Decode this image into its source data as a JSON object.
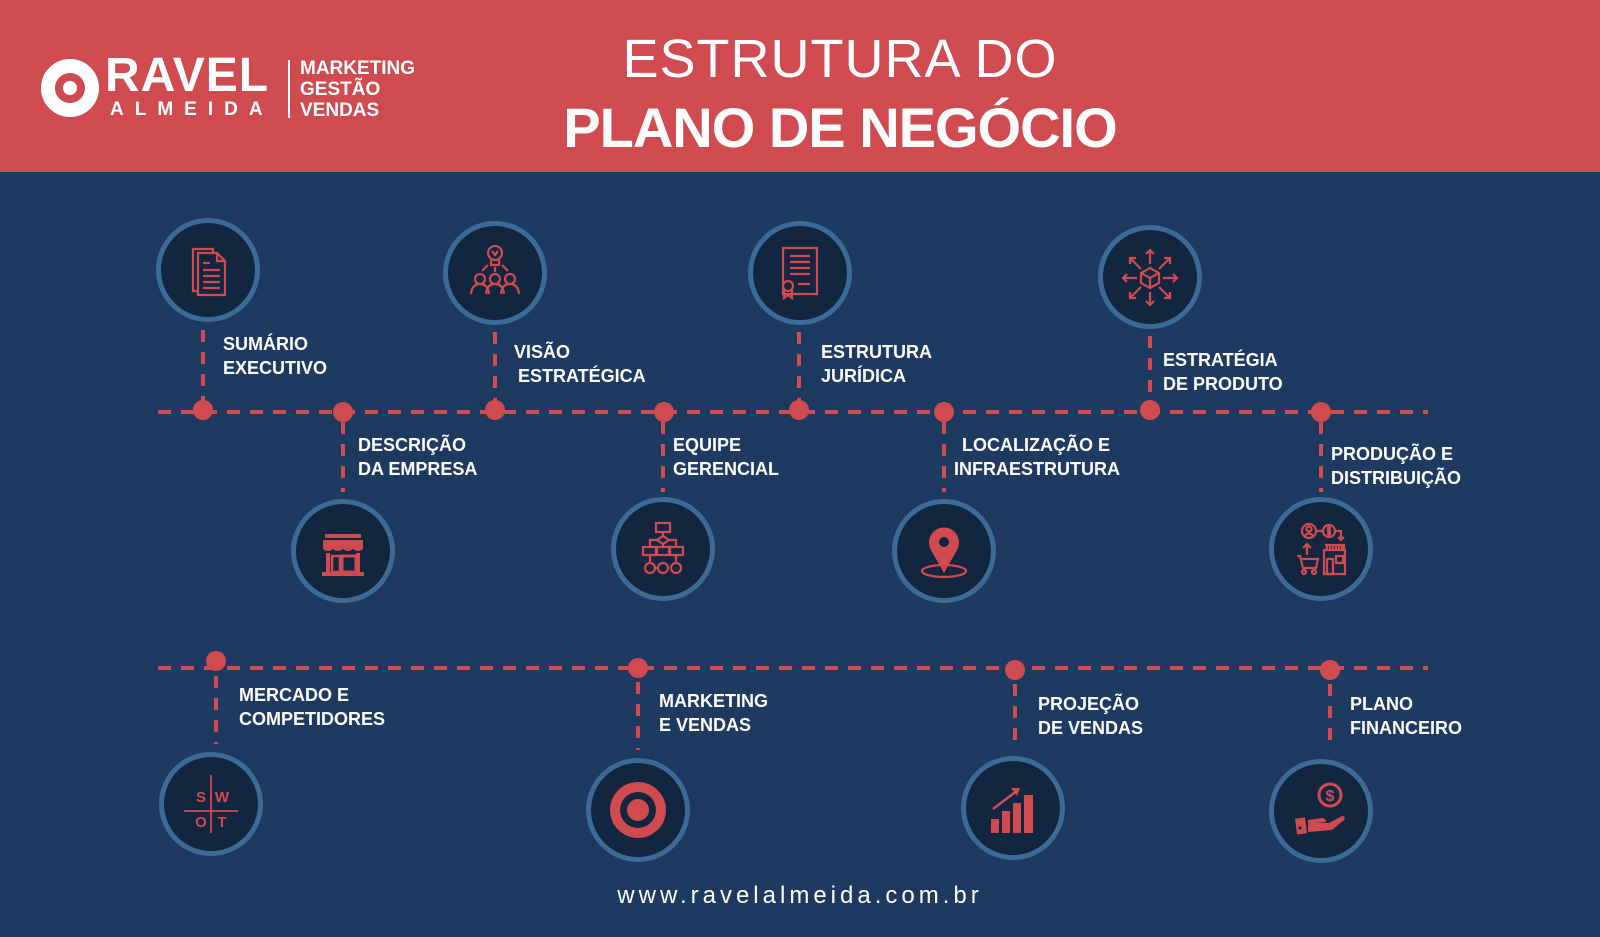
{
  "brand": {
    "name_line1": "RAVEL",
    "name_line2": "ALMEIDA",
    "tagline": [
      "MARKETING",
      "GESTÃO",
      "VENDAS"
    ]
  },
  "title": {
    "line1": "ESTRUTURA DO",
    "line2": "PLANO DE NEGÓCIO"
  },
  "colors": {
    "header_bg": "#D04B50",
    "body_bg": "#1F3A60",
    "accent": "#D04B50",
    "circle_ring": "#3B6A96",
    "circle_fill": "#132640"
  },
  "timeline_rows": [
    {
      "items": [
        {
          "order": 1,
          "line1": "SUMÁRIO",
          "line2": "EXECUTIVO",
          "icon": "documents-icon",
          "position": "above"
        },
        {
          "order": 2,
          "line1": "DESCRIÇÃO",
          "line2": "DA EMPRESA",
          "icon": "storefront-icon",
          "position": "below"
        },
        {
          "order": 3,
          "line1": "VISÃO",
          "line2": "ESTRATÉGICA",
          "icon": "idea-team-icon",
          "position": "above"
        },
        {
          "order": 4,
          "line1": "EQUIPE",
          "line2": "GERENCIAL",
          "icon": "org-chart-icon",
          "position": "below"
        },
        {
          "order": 5,
          "line1": "ESTRUTURA",
          "line2": "JURÍDICA",
          "icon": "certificate-icon",
          "position": "above"
        },
        {
          "order": 6,
          "line1": "LOCALIZAÇÃO E",
          "line2": "INFRAESTRUTURA",
          "icon": "location-pin-icon",
          "position": "below"
        },
        {
          "order": 7,
          "line1": "ESTRATÉGIA",
          "line2": "DE PRODUTO",
          "icon": "product-distribution-icon",
          "position": "above"
        },
        {
          "order": 8,
          "line1": "PRODUÇÃO E",
          "line2": "DISTRIBUIÇÃO",
          "icon": "supply-chain-icon",
          "position": "below"
        }
      ]
    },
    {
      "items": [
        {
          "order": 9,
          "line1": "MERCADO E",
          "line2": "COMPETIDORES",
          "icon": "swot-icon",
          "position": "below",
          "swot": [
            "S",
            "W",
            "O",
            "T"
          ]
        },
        {
          "order": 10,
          "line1": "MARKETING",
          "line2": "E VENDAS",
          "icon": "target-icon",
          "position": "below"
        },
        {
          "order": 11,
          "line1": "PROJEÇÃO",
          "line2": "DE VENDAS",
          "icon": "growth-chart-icon",
          "position": "below"
        },
        {
          "order": 12,
          "line1": "PLANO",
          "line2": "FINANCEIRO",
          "icon": "money-hand-icon",
          "position": "below"
        }
      ]
    }
  ],
  "footer": {
    "website": "www.ravelalmeida.com.br"
  }
}
